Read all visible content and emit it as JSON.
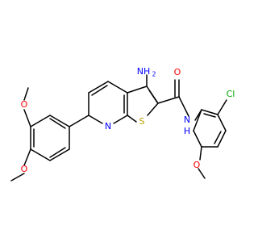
{
  "molecule": {
    "atom_labels": {
      "nh2_top": "NH",
      "nh2_sub": "2",
      "carbonyl_o": "O",
      "amide_nh": "N",
      "amide_h": "H",
      "pyridine_n": "N",
      "thiophene_s": "S",
      "chloro": "Cl",
      "methoxy_o_aryl": "O",
      "methoxy_o_top": "O",
      "methoxy_o_bottom": "O"
    },
    "colors": {
      "bond": "#000000",
      "nitrogen": "#0000ff",
      "oxygen": "#ff0000",
      "sulfur": "#b8a000",
      "chlorine": "#00aa00",
      "background": "#ffffff"
    }
  }
}
